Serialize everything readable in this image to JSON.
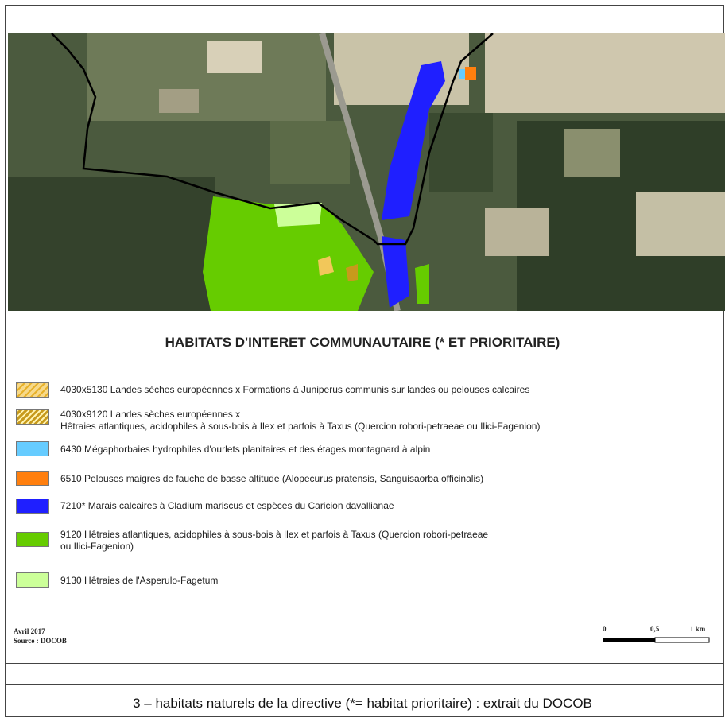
{
  "map": {
    "title": "HABITATS D'INTERET COMMUNAUTAIRE (* ET PRIORITAIRE)",
    "legend": [
      {
        "code_label": "4030x5130 Landes sèches européennes x Formations à Juniperus communis sur landes ou pelouses calcaires",
        "line2": "",
        "color": "#f2c75a",
        "pattern": "hatch"
      },
      {
        "code_label": "4030x9120 Landes sèches européennes x",
        "line2": "Hêtraies atlantiques, acidophiles à sous-bois à Ilex et parfois à Taxus (Quercion robori-petraeae ou Ilici-Fagenion)",
        "color": "#c79a1c",
        "pattern": "hatch-dark"
      },
      {
        "code_label": "6430 Mégaphorbaies hydrophiles d'ourlets planitaires et des étages montagnard à alpin",
        "line2": "",
        "color": "#66ccff",
        "pattern": "solid"
      },
      {
        "code_label": "6510 Pelouses maigres de fauche de basse altitude (Alopecurus pratensis, Sanguisaorba officinalis)",
        "line2": "",
        "color": "#ff7f0e",
        "pattern": "solid"
      },
      {
        "code_label": "7210* Marais calcaires à Cladium mariscus et espèces du Caricion davallianae",
        "line2": "",
        "color": "#1f1fff",
        "pattern": "solid"
      },
      {
        "code_label": "9120 Hêtraies atlantiques, acidophiles à sous-bois à Ilex et parfois à Taxus (Quercion robori-petraeae",
        "line2": "ou Ilici-Fagenion)",
        "color": "#66cc00",
        "pattern": "solid"
      },
      {
        "code_label": "9130 Hêtraies de l'Asperulo-Fagetum",
        "line2": "",
        "color": "#ccff99",
        "pattern": "solid"
      }
    ],
    "date": "Avril 2017",
    "source": "Source : DOCOB",
    "scale": {
      "label_0": "0",
      "label_mid": "0,5",
      "label_end": "1 km"
    }
  },
  "caption": "3 – habitats naturels de la directive (*= habitat prioritaire) : extrait du DOCOB"
}
